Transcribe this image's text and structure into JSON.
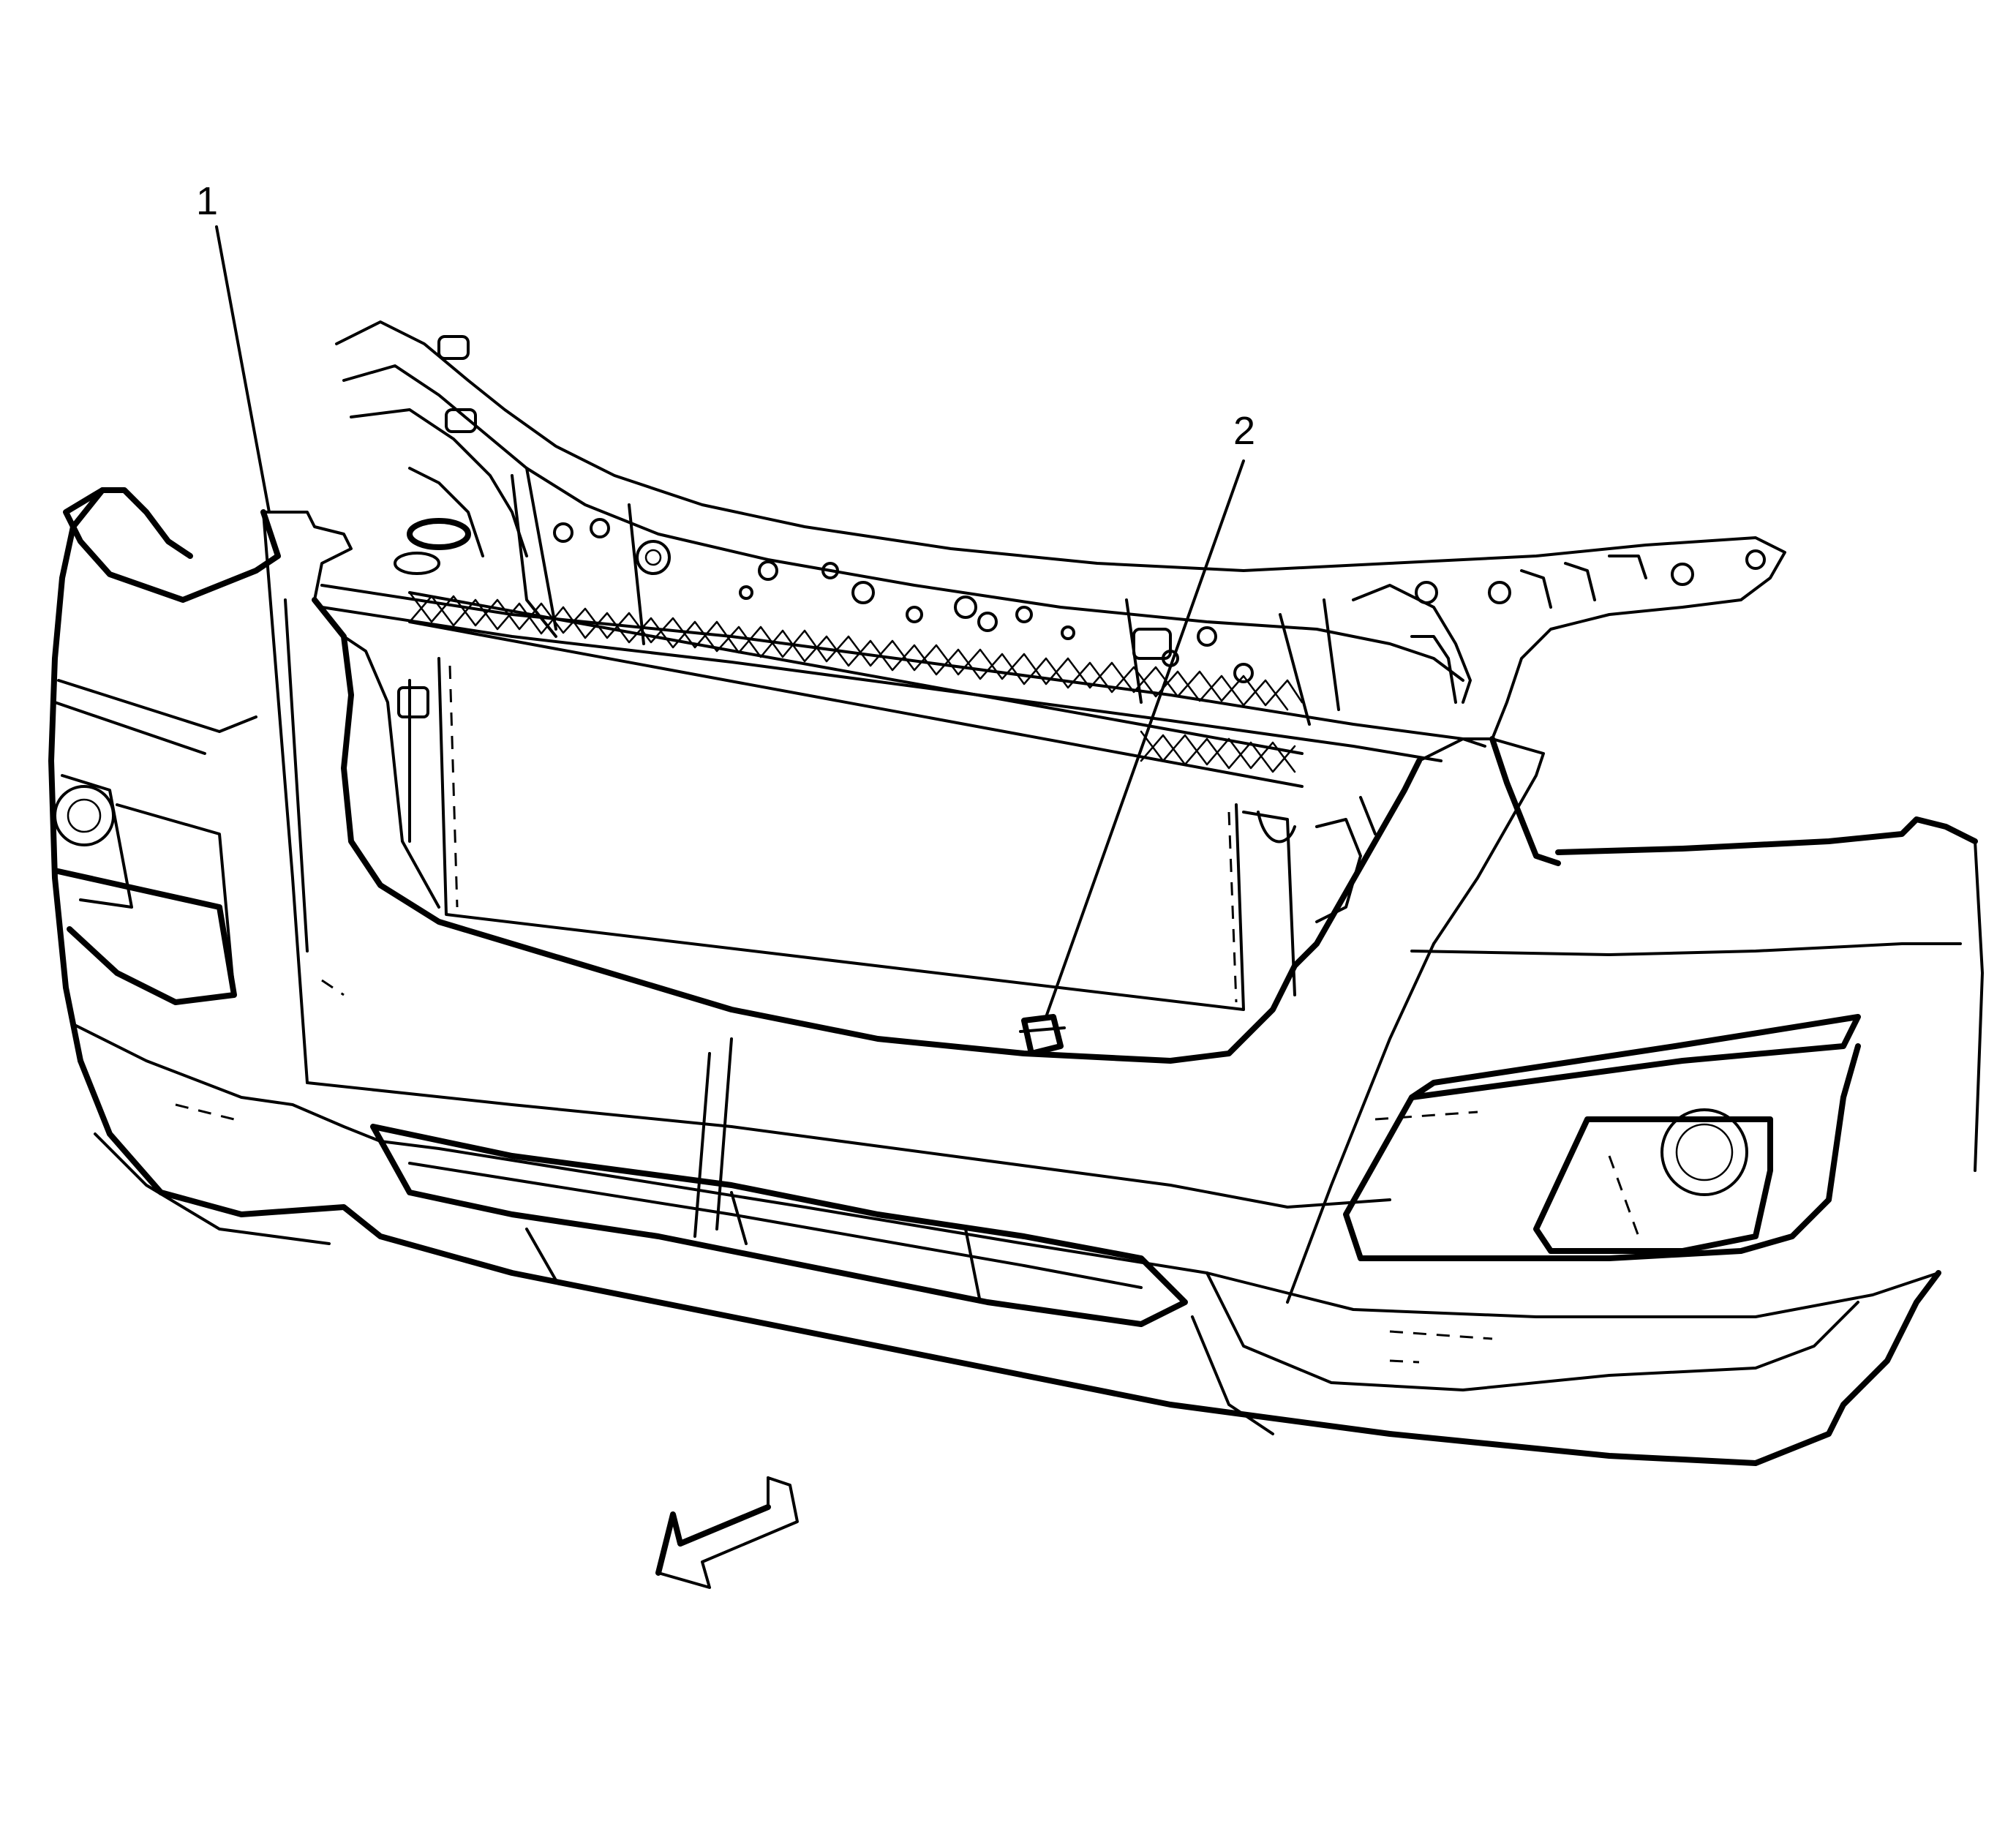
{
  "callouts": [
    {
      "id": "1",
      "label": "1",
      "target": "front-bumper-fascia"
    },
    {
      "id": "2",
      "label": "2",
      "target": "fascia-retainer-clip"
    }
  ],
  "colors": {
    "line": "#000000",
    "background": "#ffffff"
  },
  "icons": {
    "direction_arrow": "vehicle-front-direction-arrow-icon"
  }
}
